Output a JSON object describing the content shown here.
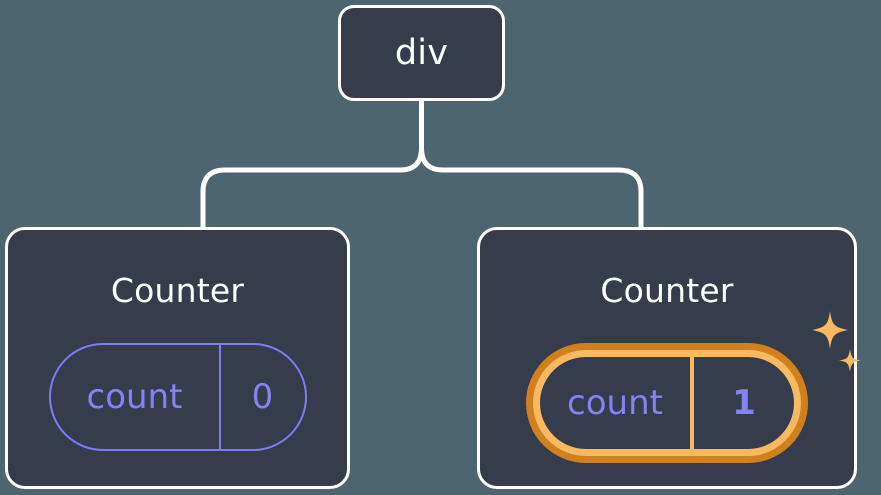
{
  "canvas": {
    "background_color": "#4c6571",
    "node_fill_color": "#353d4c",
    "node_border_color": "#ffffff",
    "connector_color": "#ffffff",
    "accent_purple": "#8184f2",
    "accent_orange_outer": "#d1801e",
    "accent_orange_inner": "#f9b963"
  },
  "tree": {
    "root": {
      "label": "div",
      "icon": "node-box-icon"
    },
    "children": [
      {
        "title": "Counter",
        "state": {
          "name": "count",
          "value": "0"
        },
        "highlighted": false,
        "sparkle": false
      },
      {
        "title": "Counter",
        "state": {
          "name": "count",
          "value": "1"
        },
        "highlighted": true,
        "sparkle": true,
        "sparkle_icon": "sparkle-icon"
      }
    ]
  }
}
